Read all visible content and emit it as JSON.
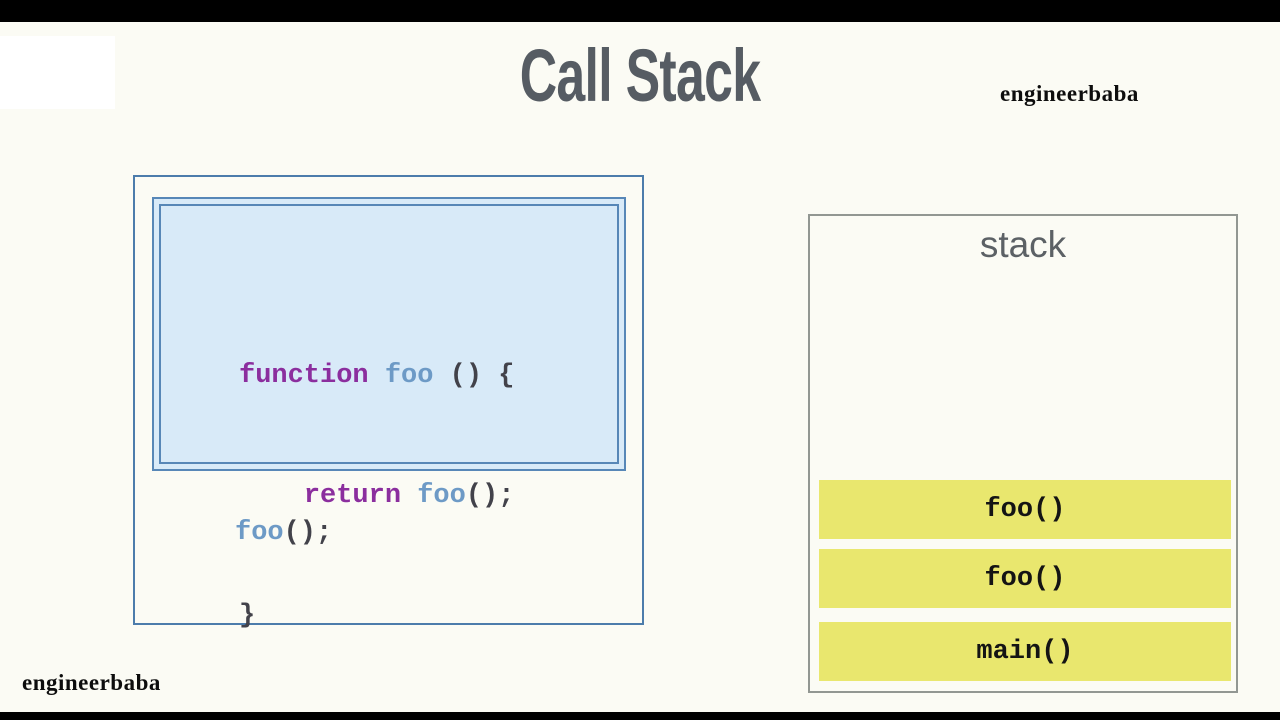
{
  "title": "Call Stack",
  "watermarks": {
    "top_right": "engineerbaba",
    "bottom_left": "engineerbaba"
  },
  "code_panel": {
    "lines": [
      {
        "tokens": [
          {
            "text": "function",
            "type": "keyword"
          },
          {
            "text": " ",
            "type": "plain"
          },
          {
            "text": "foo",
            "type": "identifier"
          },
          {
            "text": " () {",
            "type": "plain"
          }
        ]
      },
      {
        "tokens": [
          {
            "text": "    ",
            "type": "plain"
          },
          {
            "text": "return",
            "type": "keyword"
          },
          {
            "text": " ",
            "type": "plain"
          },
          {
            "text": "foo",
            "type": "identifier"
          },
          {
            "text": "();",
            "type": "plain"
          }
        ]
      },
      {
        "tokens": [
          {
            "text": "}",
            "type": "plain"
          }
        ]
      }
    ],
    "call_line": {
      "tokens": [
        {
          "text": "foo",
          "type": "identifier"
        },
        {
          "text": "();",
          "type": "plain"
        }
      ]
    }
  },
  "stack_panel": {
    "label": "stack",
    "frames": [
      "foo()",
      "foo()",
      "main()"
    ]
  },
  "colors": {
    "slide_background": "#fbfbf4",
    "letterbox": "#000000",
    "title_text": "#565c63",
    "code_box_border": "#4c7cab",
    "code_inner_border": "#5787b7",
    "code_inner_fill": "#d8eaf8",
    "keyword_purple": "#8b2e9e",
    "identifier_blue": "#6d9ac6",
    "code_plain": "#42424a",
    "stack_border": "#929792",
    "stack_label_text": "#5c6165",
    "stack_frame_fill": "#e9e76e",
    "stack_frame_text": "#141414",
    "watermark_text": "#0d0d0d"
  }
}
